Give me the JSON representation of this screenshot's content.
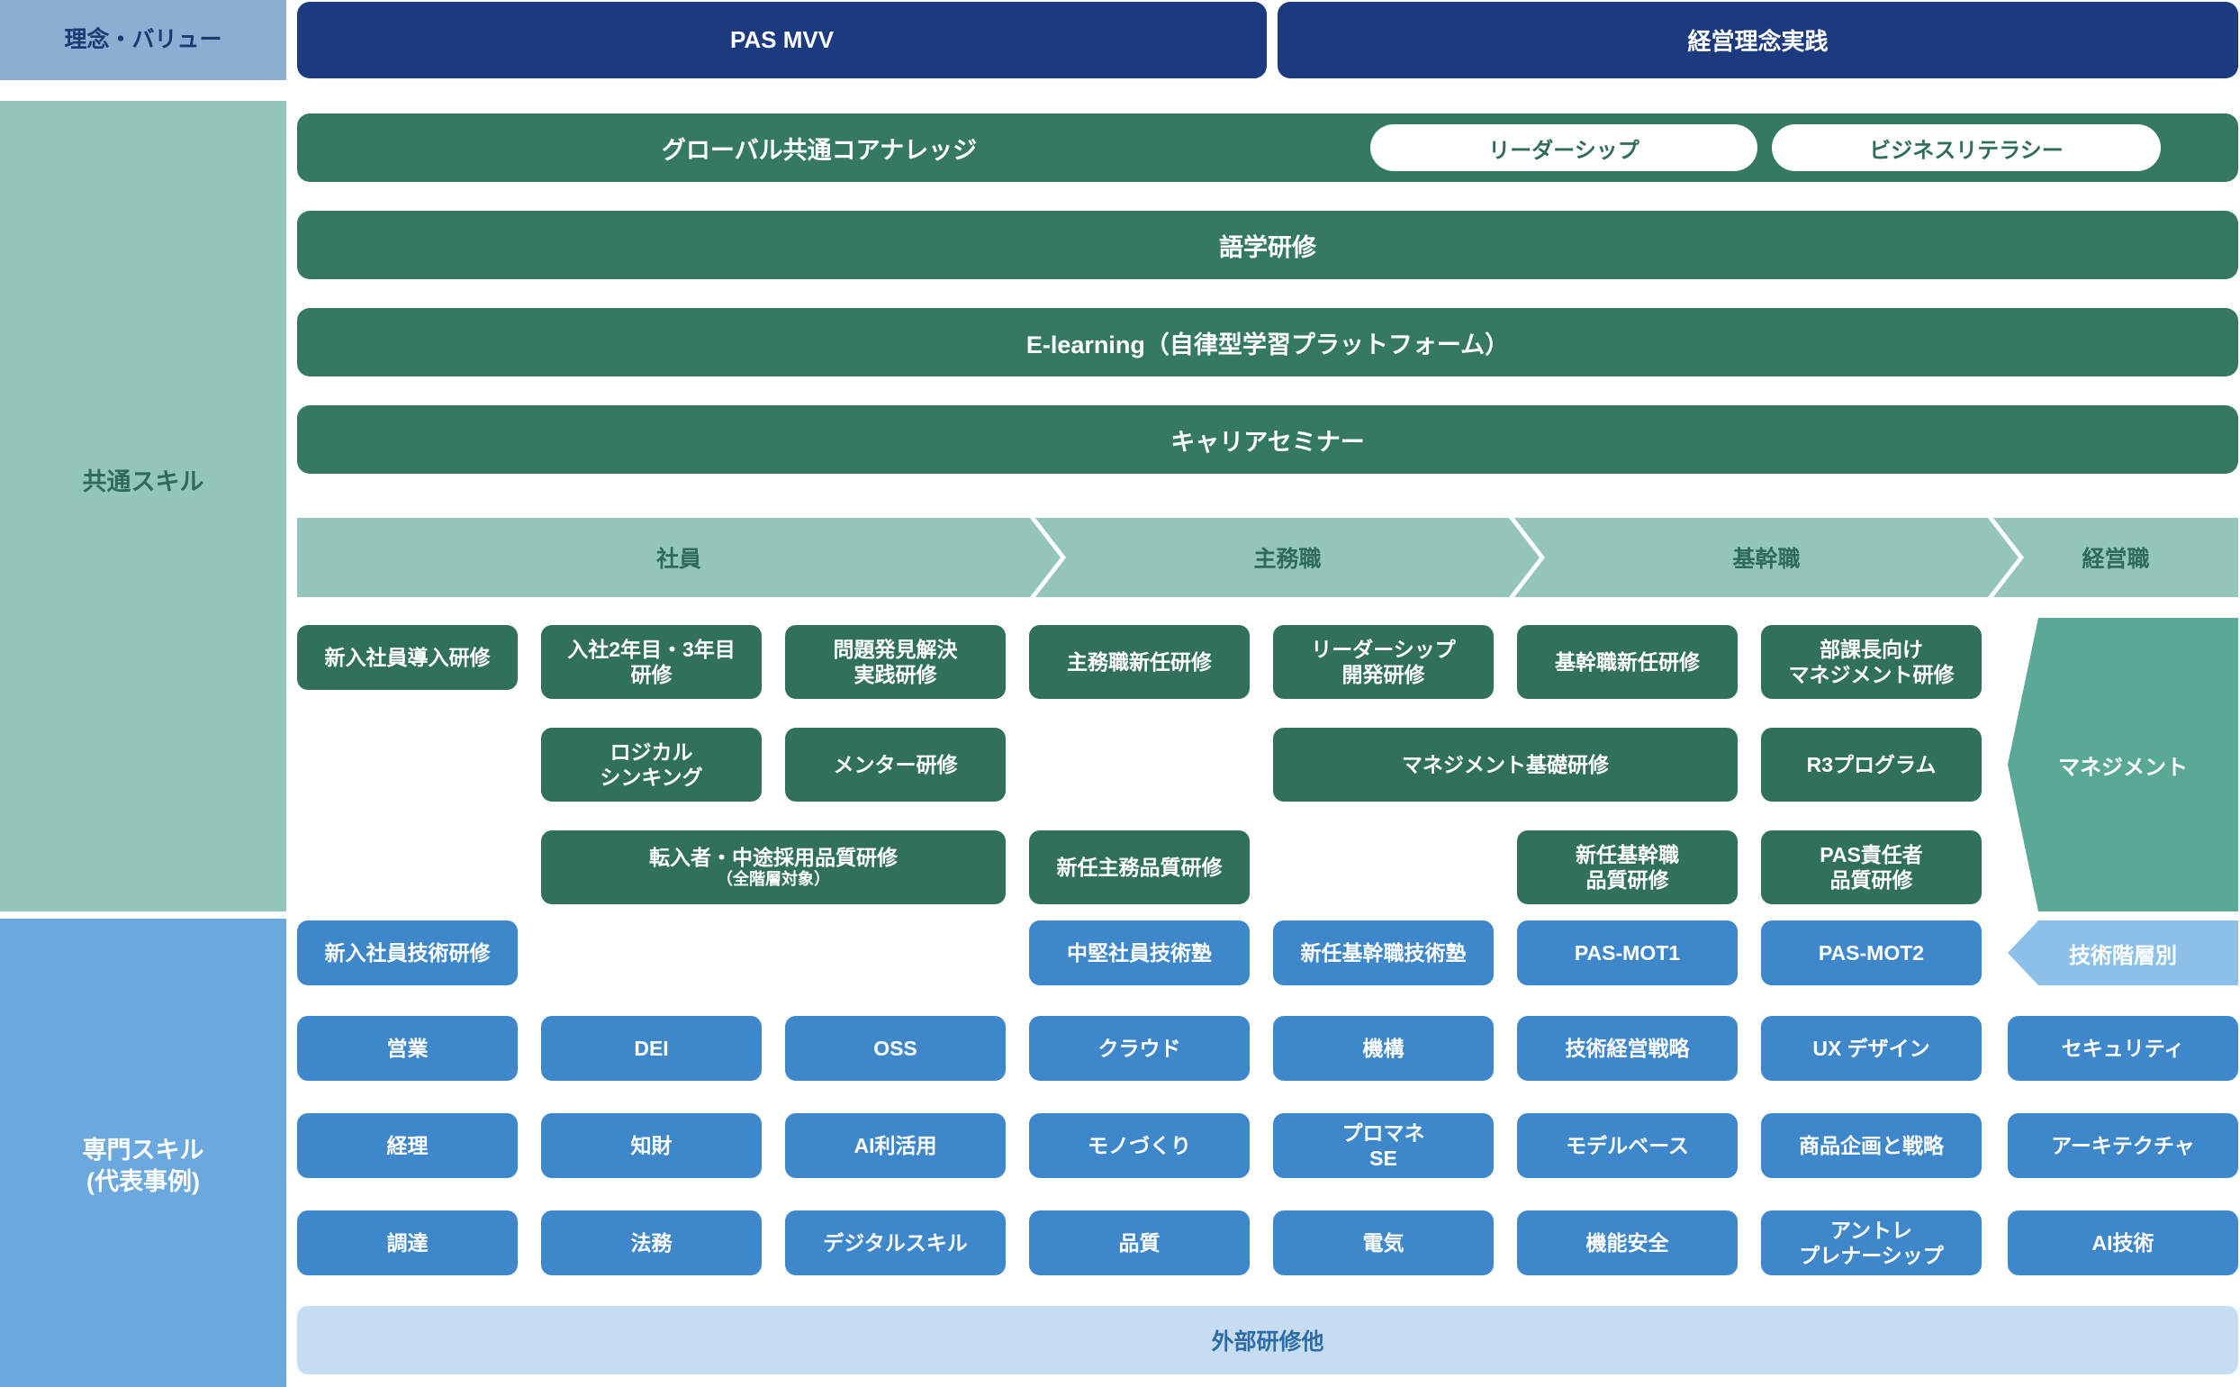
{
  "rail": {
    "values": "理念・バリュー",
    "common": "共通スキル",
    "specialized_line1": "専門スキル",
    "specialized_line2": "(代表事例)"
  },
  "mvv": {
    "left": "PAS MVV",
    "right": "経営理念実践"
  },
  "common_bars": {
    "core_knowledge": "グローバル共通コアナレッジ",
    "pill_leadership": "リーダーシップ",
    "pill_business_literacy": "ビジネスリテラシー",
    "language": "語学研修",
    "elearning": "E-learning（自律型学習プラットフォーム）",
    "career_seminar": "キャリアセミナー"
  },
  "stages": [
    {
      "label": "社員"
    },
    {
      "label": "主務職"
    },
    {
      "label": "基幹職"
    },
    {
      "label": "経営職"
    }
  ],
  "side_tags": {
    "management": "マネジメント",
    "technical_tier": "技術階層別"
  },
  "common_cards": [
    {
      "label": "新入社員導入研修"
    },
    {
      "label": "入社2年目・3年目\n研修"
    },
    {
      "label": "問題発見解決\n実践研修"
    },
    {
      "label": "主務職新任研修"
    },
    {
      "label": "リーダーシップ\n開発研修"
    },
    {
      "label": "基幹職新任研修"
    },
    {
      "label": "部課長向け\nマネジメント研修"
    },
    {
      "label": "ロジカル\nシンキング"
    },
    {
      "label": "メンター研修"
    },
    {
      "label": "マネジメント基礎研修"
    },
    {
      "label": "R3プログラム"
    },
    {
      "label": "転入者・中途採用品質研修",
      "sub": "（全階層対象）"
    },
    {
      "label": "新任主務品質研修"
    },
    {
      "label": "新任基幹職\n品質研修"
    },
    {
      "label": "PAS責任者\n品質研修"
    }
  ],
  "spec_cards": [
    {
      "label": "新入社員技術研修"
    },
    {
      "label": "中堅社員技術塾"
    },
    {
      "label": "新任基幹職技術塾"
    },
    {
      "label": "PAS-MOT1"
    },
    {
      "label": "PAS-MOT2"
    },
    {
      "label": "営業"
    },
    {
      "label": "DEI"
    },
    {
      "label": "OSS"
    },
    {
      "label": "クラウド"
    },
    {
      "label": "機構"
    },
    {
      "label": "技術経営戦略"
    },
    {
      "label": "UX デザイン"
    },
    {
      "label": "セキュリティ"
    },
    {
      "label": "経理"
    },
    {
      "label": "知財"
    },
    {
      "label": "AI利活用"
    },
    {
      "label": "モノづくり"
    },
    {
      "label": "プロマネ\nSE"
    },
    {
      "label": "モデルベース"
    },
    {
      "label": "商品企画と戦略"
    },
    {
      "label": "アーキテクチャ"
    },
    {
      "label": "調達"
    },
    {
      "label": "法務"
    },
    {
      "label": "デジタルスキル"
    },
    {
      "label": "品質"
    },
    {
      "label": "電気"
    },
    {
      "label": "機能安全"
    },
    {
      "label": "アントレ\nプレナーシップ"
    },
    {
      "label": "AI技術"
    }
  ],
  "footer": {
    "external_training": "外部研修他"
  },
  "colors": {
    "navy": "#1b3a7f",
    "rail_values": "#8dadd2",
    "rail_common": "#93c5bb",
    "rail_spec": "#6aa8de",
    "green_bar": "#357a60",
    "green_card": "#317159",
    "blue_card": "#3e87cb",
    "stage": "#93c5bb",
    "mgmt_tag": "#5aa896",
    "tech_tag": "#8cc0e8",
    "footer_bar": "#c6dcf0"
  }
}
